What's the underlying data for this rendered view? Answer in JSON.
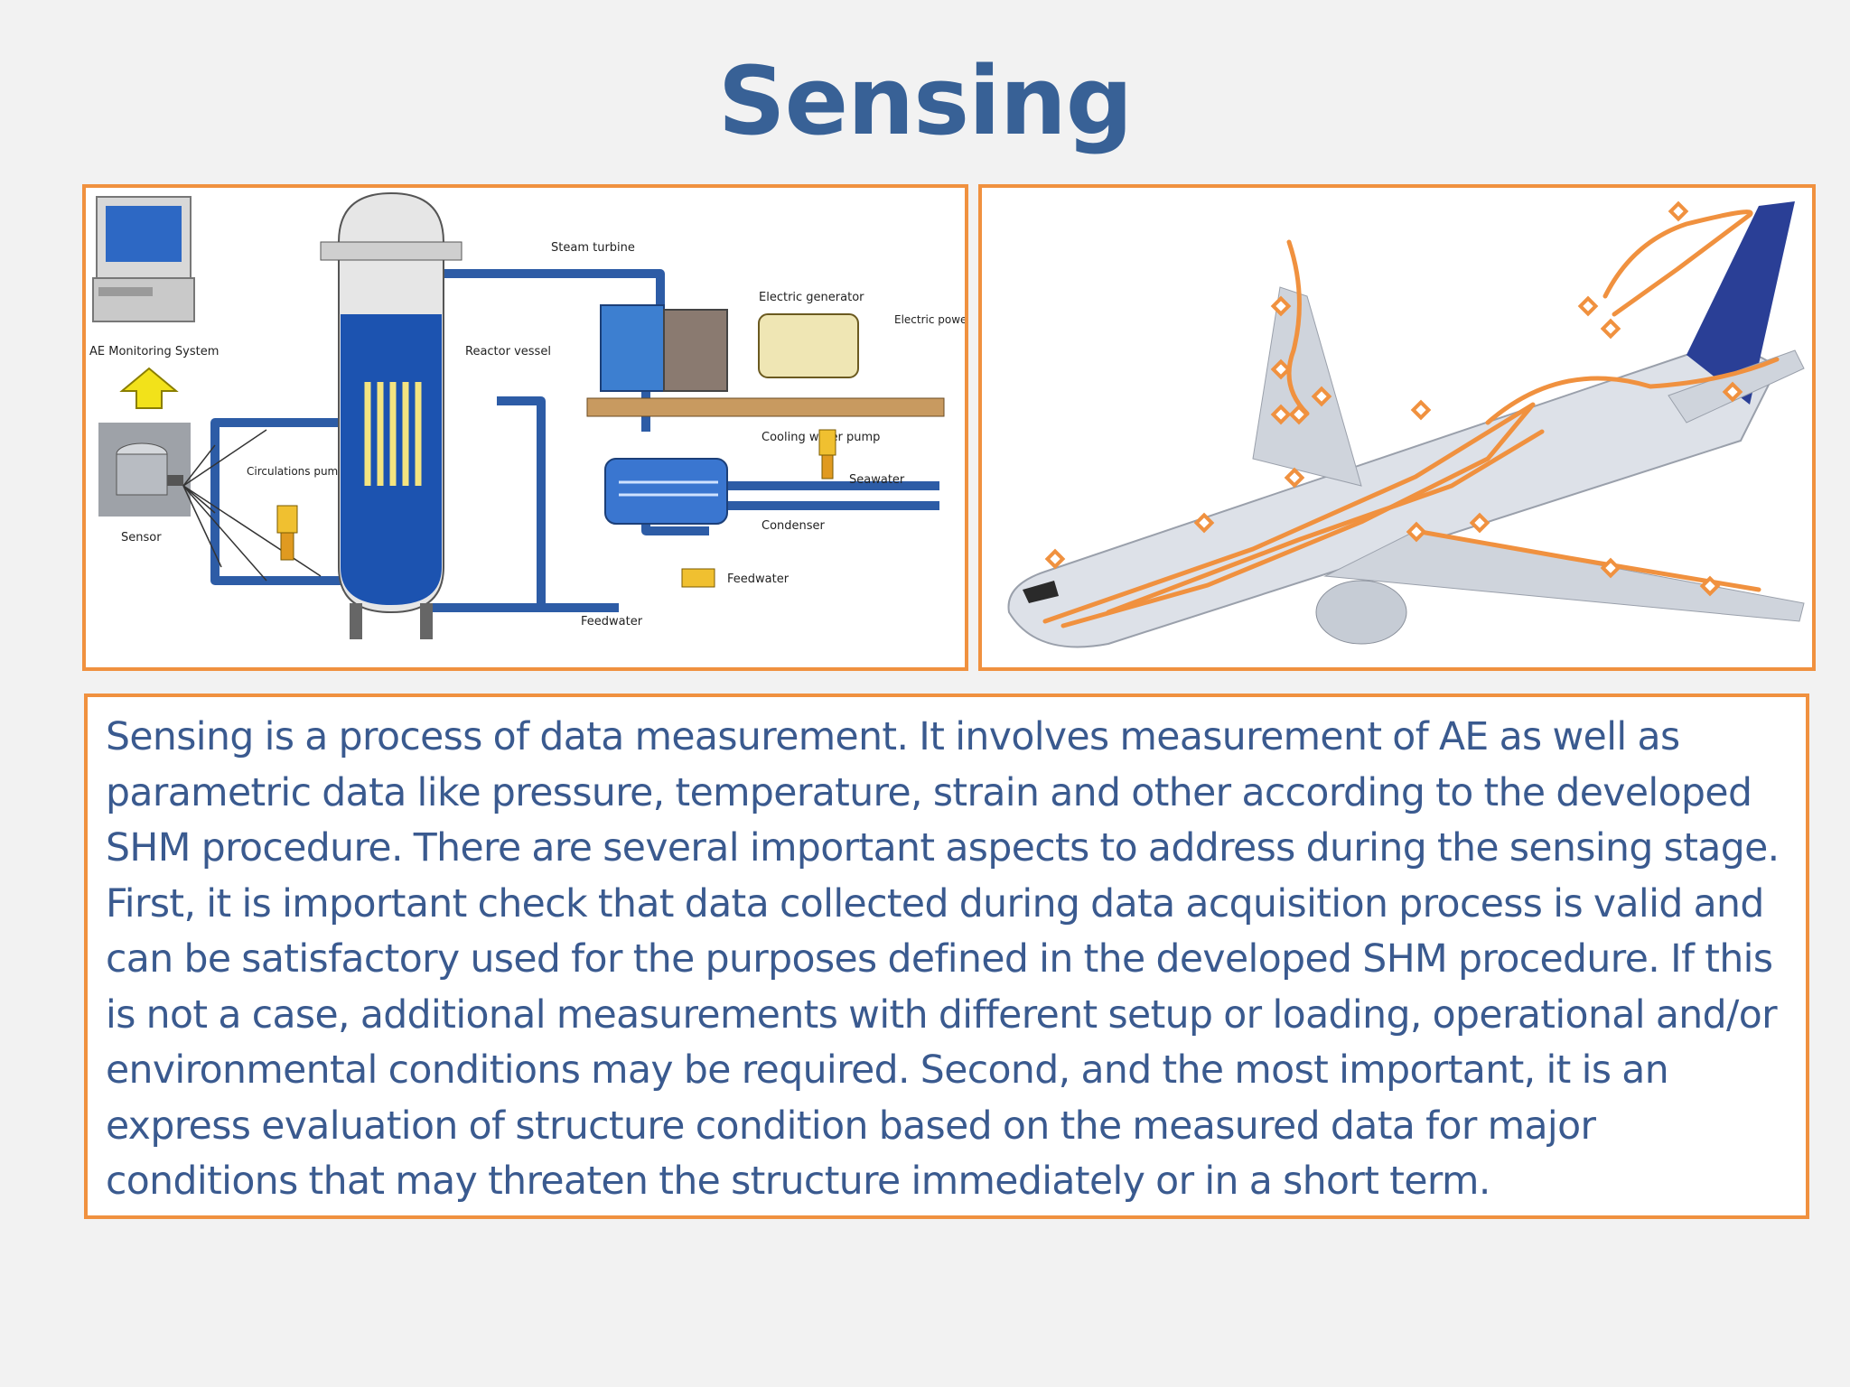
{
  "slide": {
    "title": "Sensing",
    "body": "Sensing is a process of data measurement. It involves measurement of AE as well as parametric data like pressure, temperature, strain and other according to the developed SHM procedure. There are several important aspects to address during the sensing stage. First, it is important check that data collected during data acquisition process is valid and can be satisfactory used for the purposes defined in the developed SHM procedure. If this is not a case, additional measurements with different setup or loading, operational and/or environmental conditions may be required. Second, and the most important, it is an express evaluation of structure condition based on the measured data for major conditions that may threaten the structure immediately or in a short term."
  },
  "diagram": {
    "labels": {
      "ae_monitoring": "AE Monitoring System",
      "sensor": "Sensor",
      "circulation_pump": "Circulations pump",
      "reactor_vessel": "Reactor vessel",
      "steam_turbine": "Steam turbine",
      "electric_generator": "Electric generator",
      "electric_power": "Electric power",
      "cooling_water_pump": "Cooling water pump",
      "seawater": "Seawater",
      "condenser": "Condenser",
      "feedwater_right": "Feedwater",
      "feedwater_bottom": "Feedwater"
    }
  },
  "colors": {
    "accent_border": "#f0913f",
    "title": "#386196",
    "body_text": "#3a5a8f",
    "background": "#f2f2f2"
  }
}
